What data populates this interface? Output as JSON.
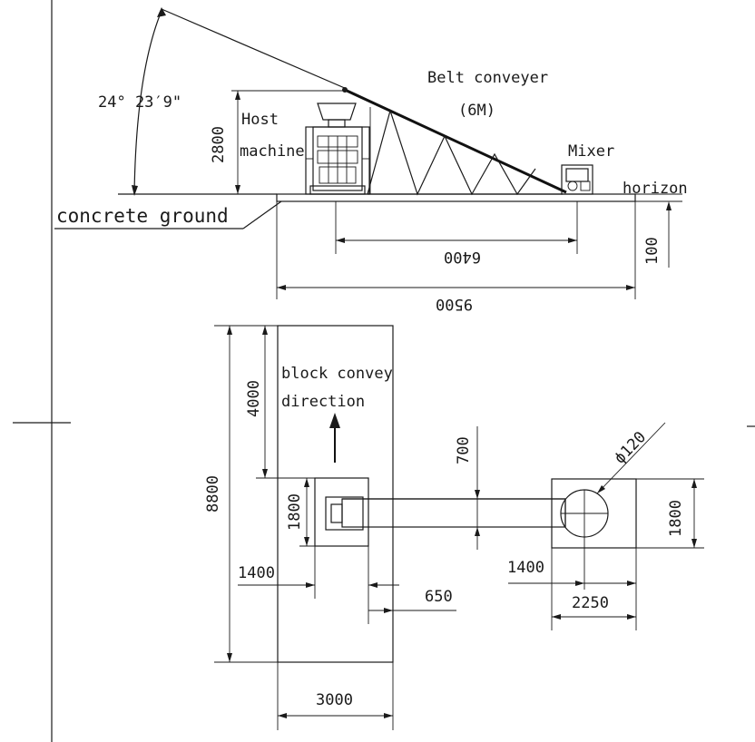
{
  "elevation": {
    "angle_label": "24° 23′9\"",
    "belt_label": "Belt conveyer",
    "belt_length": "(6M)",
    "host_label_1": "Host",
    "host_label_2": "machine",
    "mixer_label": "Mixer",
    "horizon_label": "horizon",
    "ground_label": "concrete ground",
    "dim_height": "2800",
    "dim_span": "6400",
    "dim_total": "9500",
    "dim_slab": "100"
  },
  "plan": {
    "direction_label_1": "block convey",
    "direction_label_2": "direction",
    "dim_diameter": "ϕ120",
    "dim_upper": "4000",
    "dim_total_length": "8800",
    "dim_block_width": "1800",
    "dim_offset": "700",
    "dim_mixer_width": "1800",
    "dim_host_offset": "1400",
    "dim_gap": "650",
    "dim_mixer_offset": "1400",
    "dim_mixer_length": "2250",
    "dim_conveyor_width": "3000"
  }
}
